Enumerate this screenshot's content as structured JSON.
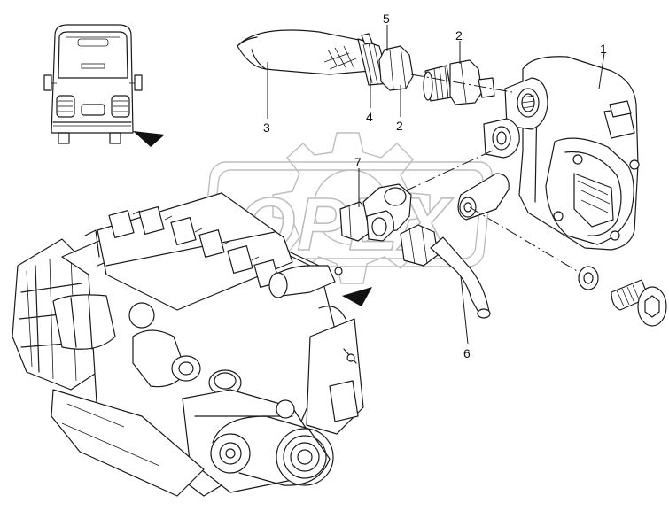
{
  "callouts": [
    {
      "id": "c1",
      "text": "1"
    },
    {
      "id": "c2a",
      "text": "2"
    },
    {
      "id": "c2b",
      "text": "2"
    },
    {
      "id": "c3",
      "text": "3"
    },
    {
      "id": "c4",
      "text": "4"
    },
    {
      "id": "c5",
      "text": "5"
    },
    {
      "id": "c6",
      "text": "6"
    },
    {
      "id": "c7",
      "text": "7"
    }
  ],
  "watermark": {
    "text": "OPEX"
  },
  "icons": [
    "bus-rear-view-icon",
    "direction-arrow-icon"
  ]
}
